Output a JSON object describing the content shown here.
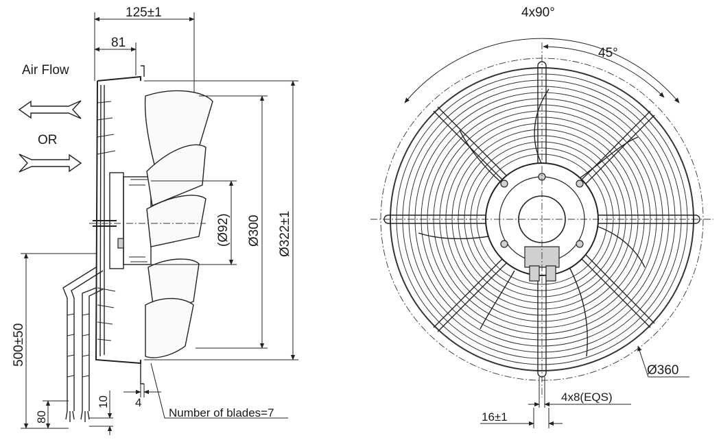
{
  "side_view": {
    "airflow_label": "Air Flow",
    "or_label": "OR",
    "dim_overall_depth": "125±1",
    "dim_depth_81": "81",
    "dim_hub_diameter": "(Ø92)",
    "dim_blade_diameter": "Ø300",
    "dim_guard_diameter": "Ø322±1",
    "dim_cable_length": "500±50",
    "dim_80": "80",
    "dim_10": "10",
    "dim_4": "4",
    "blades_note": "Number of blades=7"
  },
  "front_view": {
    "dim_angle_4x90": "4x90°",
    "dim_angle_45": "45°",
    "dim_mount_diameter": "Ø360",
    "dim_slots": "4x8(EQS)",
    "dim_16": "16±1"
  }
}
